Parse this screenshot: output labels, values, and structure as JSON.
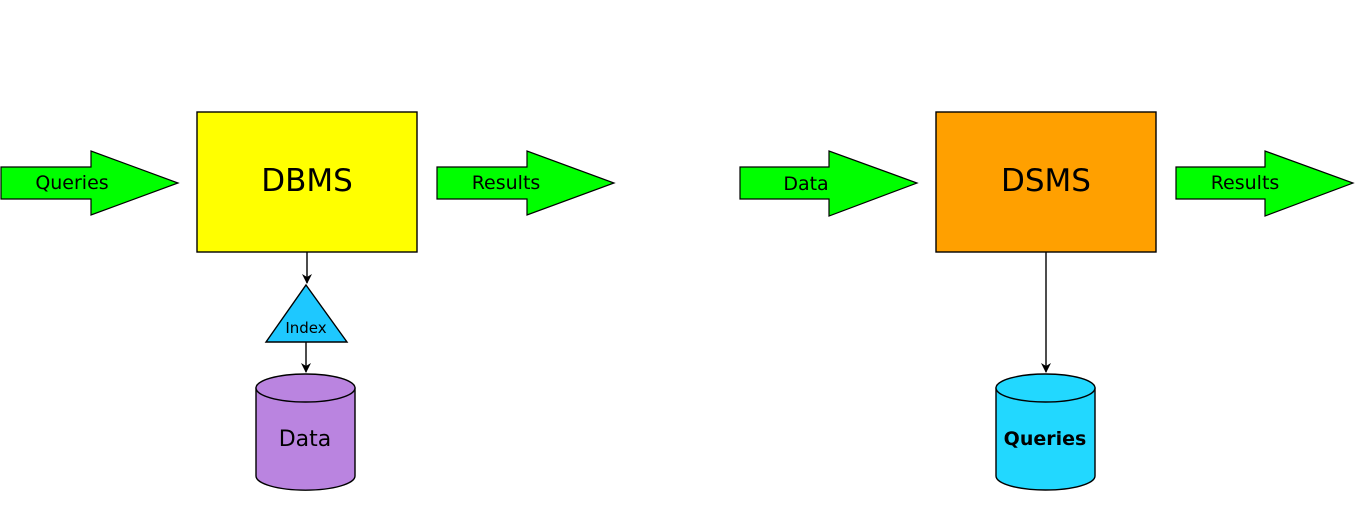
{
  "left": {
    "input_label": "Queries",
    "system_label": "DBMS",
    "output_label": "Results",
    "index_label": "Index",
    "storage_label": "Data"
  },
  "right": {
    "input_label": "Data",
    "system_label": "DSMS",
    "output_label": "Results",
    "storage_label": "Queries"
  },
  "colors": {
    "arrow_green": "#00ff00",
    "dbms_yellow": "#ffff00",
    "dsms_orange": "#ffa000",
    "index_blue": "#1ec8ff",
    "data_purple": "#ba84e0",
    "queries_cyan": "#22d8ff"
  }
}
